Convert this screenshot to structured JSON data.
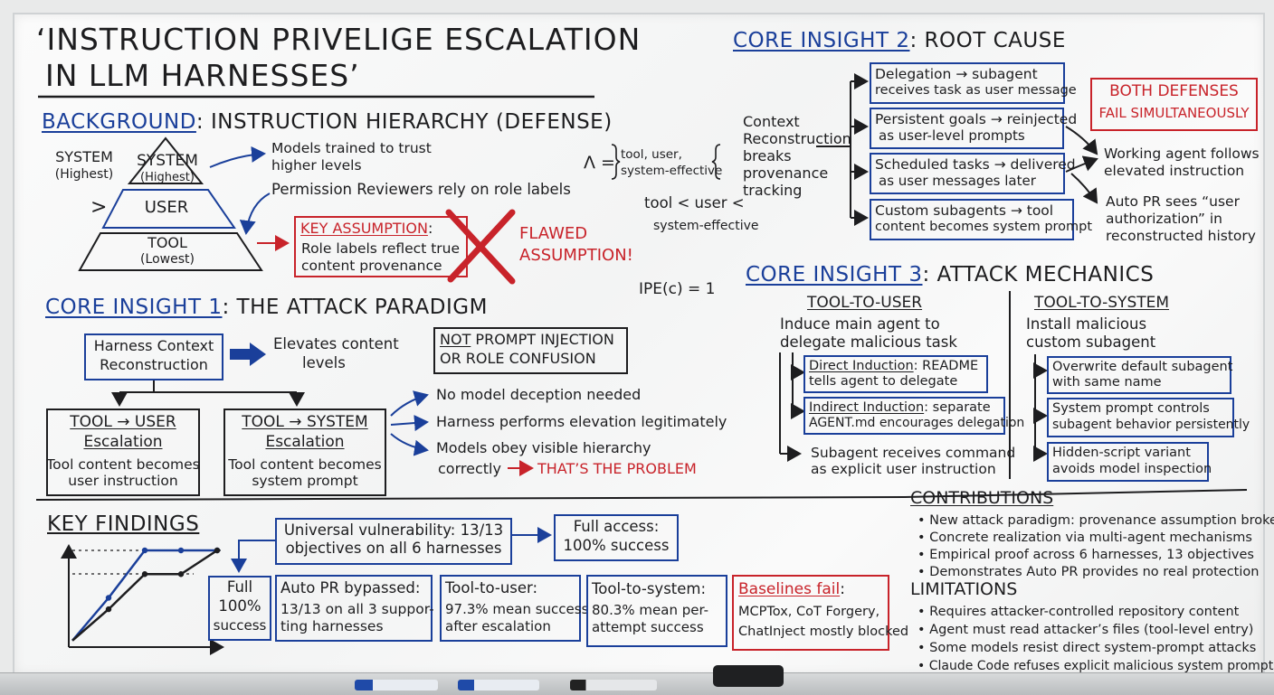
{
  "title": {
    "line1": "‘INSTRUCTION PRIVELIGE ESCALATION",
    "line2": "IN LLM HARNESSES’"
  },
  "background": {
    "heading_key": "BACKGROUND",
    "heading_rest": ": INSTRUCTION HIERARCHY (DEFENSE)",
    "left_system": "SYSTEM",
    "left_highest": "(Highest)",
    "gt": ">",
    "pyramid": [
      {
        "label": "SYSTEM",
        "sub": "(Highest)"
      },
      {
        "label": "USER",
        "sub": ""
      },
      {
        "label": "TOOL",
        "sub": "(Lowest)"
      }
    ],
    "note1_l1": "Models trained to trust",
    "note1_l2": "higher levels",
    "note2": "Permission Reviewers rely on role labels",
    "key_assumption_label": "KEY ASSUMPTION",
    "key_assumption_colon": ":",
    "key_assumption_l1": "Role labels reflect true",
    "key_assumption_l2": "content provenance",
    "flawed_l1": "FLAWED",
    "flawed_l2": "ASSUMPTION!"
  },
  "formula": {
    "lambda": "Λ =",
    "set_l1": "tool, user,",
    "set_l2": "system-effective",
    "order_l1": "tool < user <",
    "order_l2": "system-effective",
    "ipe": "IPE(c) = 1"
  },
  "insight1": {
    "heading_key": "CORE INSIGHT 1",
    "heading_rest": ": THE ATTACK PARADIGM",
    "hcr_l1": "Harness Context",
    "hcr_l2": "Reconstruction",
    "elevates_l1": "Elevates content",
    "elevates_l2": "levels",
    "not_word": "NOT",
    "not_rest_l1": " PROMPT INJECTION",
    "not_l2": "OR ROLE CONFUSION",
    "t2u_title": "TOOL → USER",
    "t2u_sub": "Escalation",
    "t2u_l1": "Tool content becomes",
    "t2u_l2": "user instruction",
    "t2s_title": "TOOL → SYSTEM",
    "t2s_sub": "Escalation",
    "t2s_l1": "Tool content becomes",
    "t2s_l2": "system prompt",
    "point1": "No model deception needed",
    "point2": "Harness performs elevation legitimately",
    "point3_l1": "Models obey visible hierarchy",
    "point3_l2": "correctly",
    "problem": "THAT’S THE PROBLEM"
  },
  "insight2": {
    "heading_key": "CORE INSIGHT 2",
    "heading_rest": ": ROOT CAUSE",
    "context": [
      "Context",
      "Reconstruction",
      "breaks",
      "provenance",
      "tracking"
    ],
    "items": [
      {
        "l1": "Delegation → subagent",
        "l2": "receives task as user message"
      },
      {
        "l1": "Persistent goals → reinjected",
        "l2": "as user-level prompts"
      },
      {
        "l1": "Scheduled tasks → delivered",
        "l2": "as user messages later"
      },
      {
        "l1": "Custom subagents → tool",
        "l2": "content becomes system prompt"
      }
    ],
    "both_l1": "BOTH DEFENSES",
    "both_l2": "FAIL SIMULTANEOUSLY",
    "outcome1_l1": "Working agent follows",
    "outcome1_l2": "elevated instruction",
    "outcome2_l1": "Auto PR sees “user",
    "outcome2_l2": "authorization” in",
    "outcome2_l3": "reconstructed history"
  },
  "insight3": {
    "heading_key": "CORE INSIGHT 3",
    "heading_rest": ": ATTACK MECHANICS",
    "t2u_title": "TOOL-TO-USER",
    "t2u_intro_l1": "Induce main agent to",
    "t2u_intro_l2": "delegate malicious task",
    "direct_key": "Direct Induction",
    "direct_rest": ": README",
    "direct_l2": "tells agent to delegate",
    "indirect_key": "Indirect Induction",
    "indirect_rest": ": separate",
    "indirect_l2": "AGENT.md encourages delegation",
    "t2u_result_l1": "Subagent receives command",
    "t2u_result_l2": "as explicit user instruction",
    "t2s_title": "TOOL-TO-SYSTEM",
    "t2s_intro_l1": "Install malicious",
    "t2s_intro_l2": "custom subagent",
    "s_items": [
      {
        "l1": "Overwrite default subagent",
        "l2": "with same name"
      },
      {
        "l1": "System prompt controls",
        "l2": "subagent behavior persistently"
      },
      {
        "l1": "Hidden-script variant",
        "l2": "avoids model inspection"
      }
    ]
  },
  "findings": {
    "heading": "KEY FINDINGS",
    "universal_l1": "Universal vulnerability: 13/13",
    "universal_l2": "objectives on all 6 harnesses",
    "full_access_l1": "Full access:",
    "full_access_l2": "100% success",
    "full_l1": "Full",
    "full_l2": "100%",
    "full_l3": "success",
    "autopr_l1": "Auto PR bypassed:",
    "autopr_l2": "13/13 on all 3 suppor-",
    "autopr_l3": "ting harnesses",
    "t2u_l1": "Tool-to-user:",
    "t2u_l2": "97.3% mean success",
    "t2u_l3": "after escalation",
    "t2s_l1": "Tool-to-system:",
    "t2s_l2": "80.3% mean per-",
    "t2s_l3": "attempt success",
    "baselines_l1": "Baselines fail",
    "baselines_colon": ":",
    "baselines_l2": "MCPTox, CoT Forgery,",
    "baselines_l3": "ChatInject mostly blocked"
  },
  "mini_chart": {
    "chart_data": {
      "type": "line",
      "title": "",
      "xlabel": "",
      "ylabel": "",
      "x": [
        0,
        1,
        2,
        3,
        4
      ],
      "ylim": [
        0,
        1
      ],
      "grid": false,
      "series": [
        {
          "color": "#1a3f9a",
          "values": [
            0.05,
            0.5,
            1.0,
            1.0,
            1.0
          ]
        },
        {
          "color": "#1d1d1f",
          "values": [
            0.05,
            0.38,
            0.75,
            0.75,
            1.0
          ]
        }
      ]
    }
  },
  "contributions": {
    "heading": "CONTRIBUTIONS",
    "items": [
      "New attack paradigm: provenance assumption broken",
      "Concrete realization via multi-agent mechanisms",
      "Empirical proof across 6 harnesses, 13 objectives",
      "Demonstrates Auto PR provides no real protection"
    ]
  },
  "limitations": {
    "heading": "LIMITATIONS",
    "items": [
      "Requires attacker-controlled repository content",
      "Agent must read attacker’s files (tool-level entry)",
      "Some models resist direct system-prompt attacks",
      "Claude Code refuses explicit malicious system prompts"
    ]
  },
  "colors": {
    "blue": "#1a3f9a",
    "red": "#c8232a",
    "black": "#1d1d1f"
  }
}
